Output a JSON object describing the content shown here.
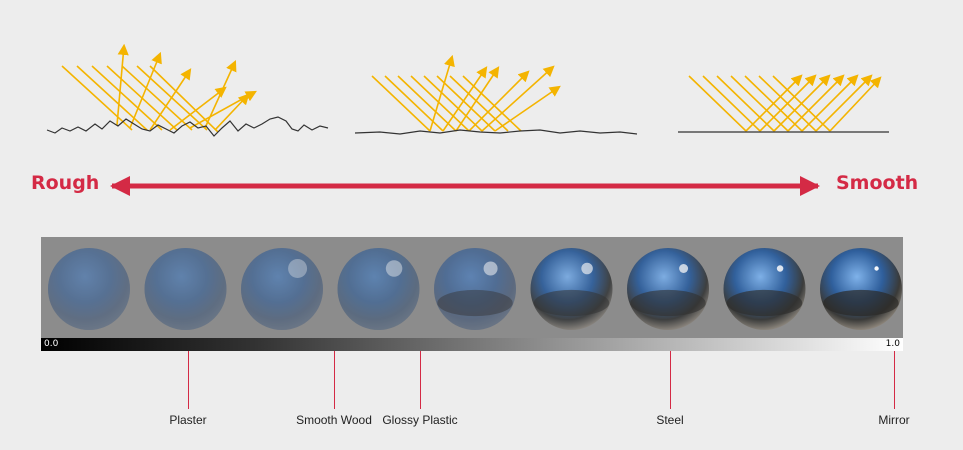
{
  "range": {
    "left_label": "Rough",
    "right_label": "Smooth",
    "accent_color": "#d42a45"
  },
  "illustration": {
    "ray_color": "#f4b400",
    "surfaces": [
      "rough",
      "semi-rough",
      "flat"
    ]
  },
  "scale": {
    "min_label": "0.0",
    "max_label": "1.0",
    "min": 0.0,
    "max": 1.0,
    "sphere_count": 9,
    "sphere_smoothness": [
      0.0,
      0.125,
      0.25,
      0.375,
      0.5,
      0.625,
      0.75,
      0.875,
      1.0
    ]
  },
  "materials": [
    {
      "name": "Plaster",
      "value": 0.17
    },
    {
      "name": "Smooth Wood",
      "value": 0.34
    },
    {
      "name": "Glossy Plastic",
      "value": 0.44
    },
    {
      "name": "Steel",
      "value": 0.73
    },
    {
      "name": "Mirror",
      "value": 0.99
    }
  ]
}
